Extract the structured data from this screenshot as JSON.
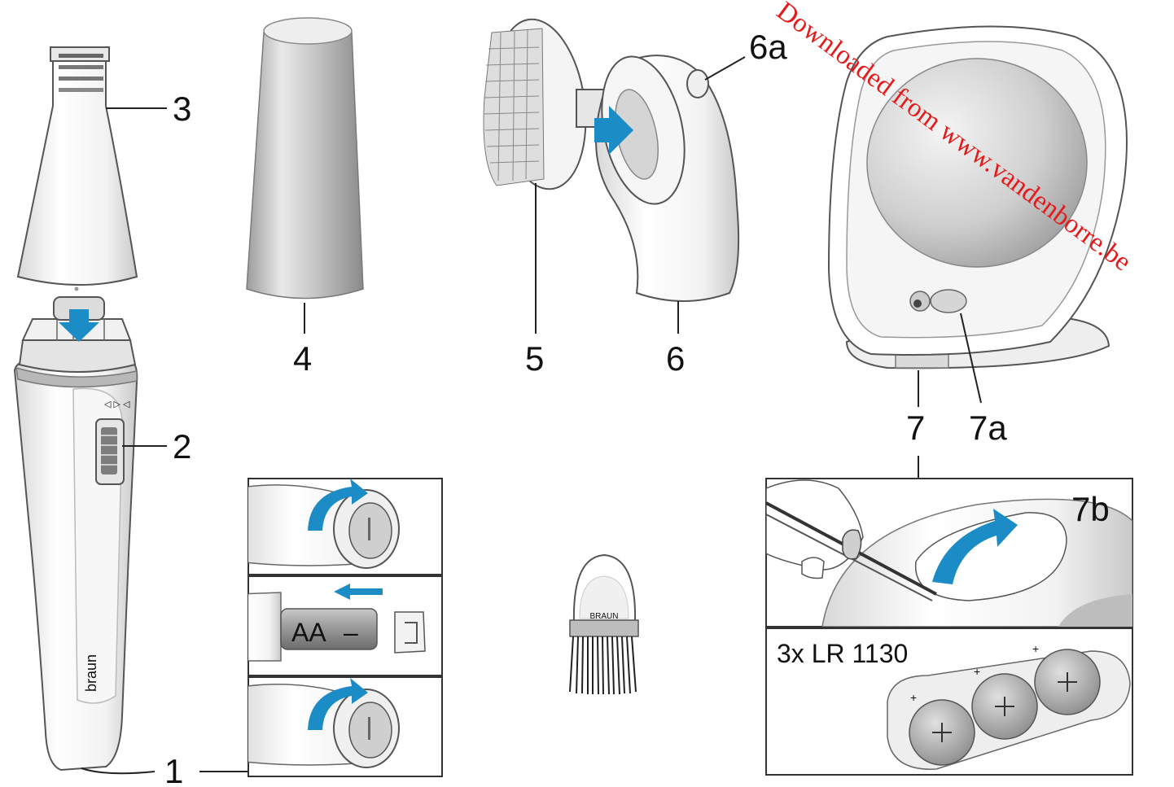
{
  "labels": {
    "l1": "1",
    "l2": "2",
    "l3": "3",
    "l4": "4",
    "l5": "5",
    "l6": "6",
    "l6a": "6a",
    "l7": "7",
    "l7a": "7a",
    "l7b": "7b"
  },
  "battery_aa": "AA",
  "battery_minus": "–",
  "battery_spec": "3x LR 1130",
  "brush_brand": "BRAUN",
  "handle_brand": "braun",
  "watermark": "Downloaded from www.vandenborre.be",
  "colors": {
    "arrow": "#1c8cc6",
    "watermark": "#e31b1b",
    "battery": "#9a9a9a"
  }
}
